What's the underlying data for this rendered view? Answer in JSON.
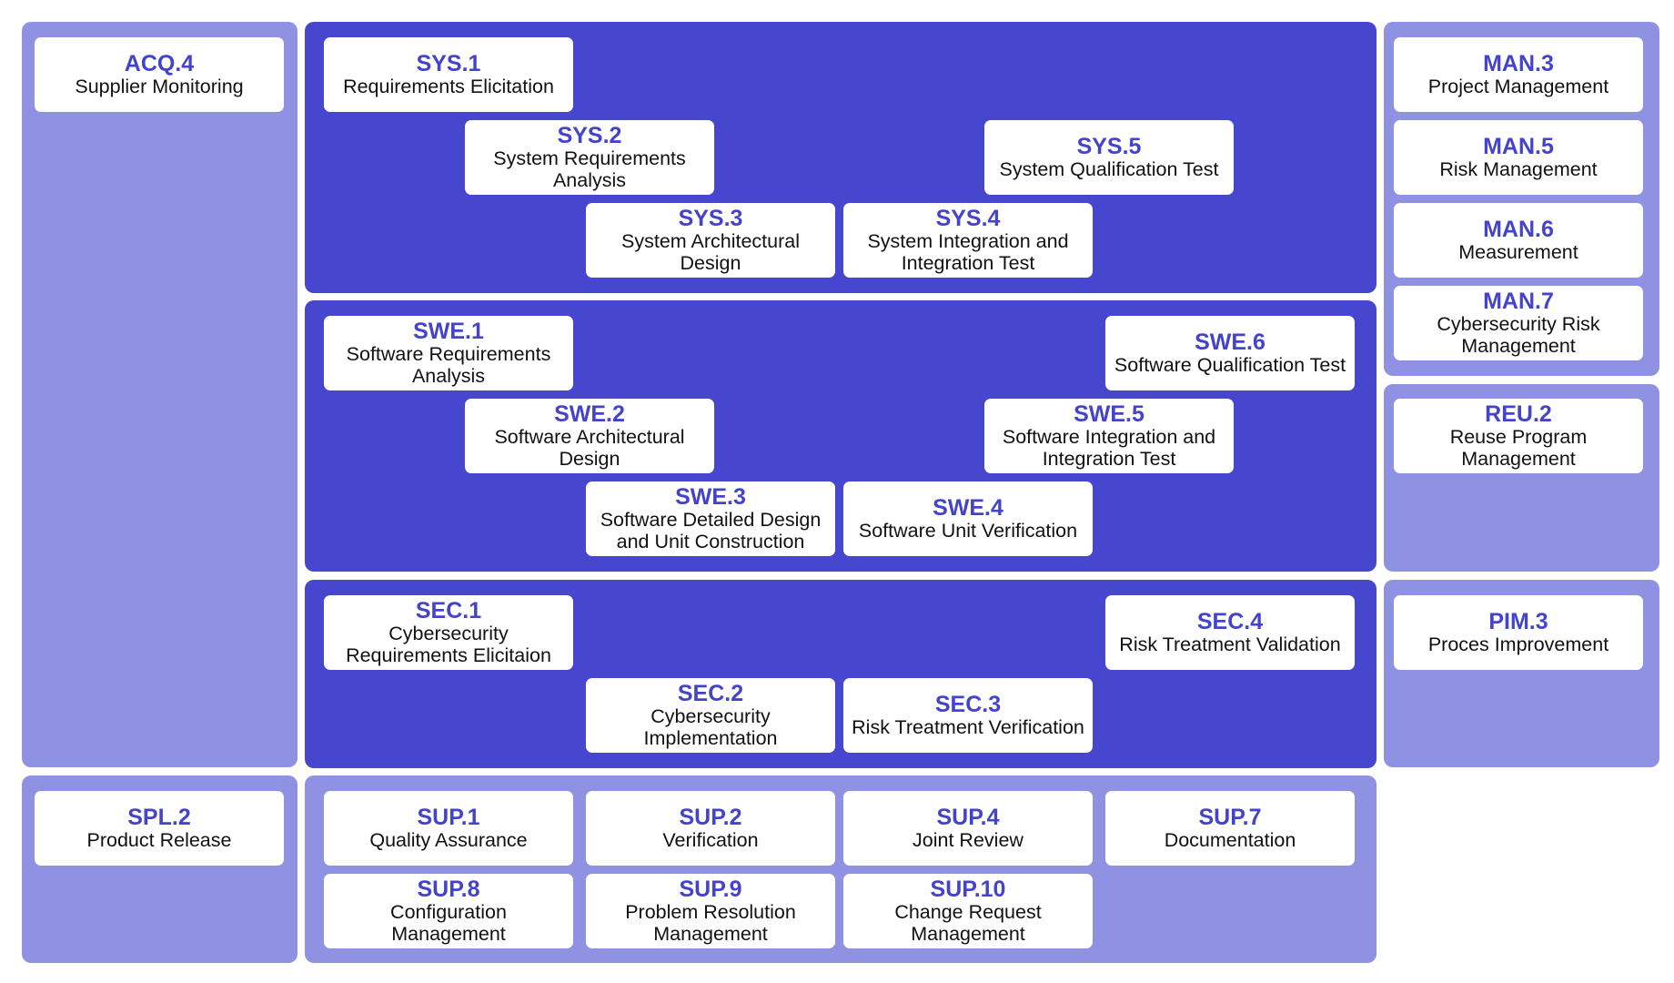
{
  "colors": {
    "light_panel": "#8f92e3",
    "dark_panel": "#4646cf",
    "code_text": "#4343cc",
    "card_bg": "#ffffff"
  },
  "processes": {
    "acq4": {
      "code": "ACQ.4",
      "name": "Supplier Monitoring"
    },
    "spl2": {
      "code": "SPL.2",
      "name": "Product Release"
    },
    "sys1": {
      "code": "SYS.1",
      "name": "Requirements Elicitation"
    },
    "sys2": {
      "code": "SYS.2",
      "name": "System Requirements Analysis"
    },
    "sys3": {
      "code": "SYS.3",
      "name": "System Architectural Design"
    },
    "sys4": {
      "code": "SYS.4",
      "name": "System Integration and Integration Test"
    },
    "sys5": {
      "code": "SYS.5",
      "name": "System Qualification Test"
    },
    "swe1": {
      "code": "SWE.1",
      "name": "Software Requirements Analysis"
    },
    "swe2": {
      "code": "SWE.2",
      "name": "Software Architectural Design"
    },
    "swe3": {
      "code": "SWE.3",
      "name": "Software Detailed Design and Unit Construction"
    },
    "swe4": {
      "code": "SWE.4",
      "name": "Software Unit Verification"
    },
    "swe5": {
      "code": "SWE.5",
      "name": "Software Integration and Integration Test"
    },
    "swe6": {
      "code": "SWE.6",
      "name": "Software Qualification Test"
    },
    "sec1": {
      "code": "SEC.1",
      "name": "Cybersecurity Requirements Elicitaion"
    },
    "sec2": {
      "code": "SEC.2",
      "name": "Cybersecurity Implementation"
    },
    "sec3": {
      "code": "SEC.3",
      "name": "Risk Treatment Verification"
    },
    "sec4": {
      "code": "SEC.4",
      "name": "Risk Treatment Validation"
    },
    "sup1": {
      "code": "SUP.1",
      "name": "Quality Assurance"
    },
    "sup2": {
      "code": "SUP.2",
      "name": "Verification"
    },
    "sup4": {
      "code": "SUP.4",
      "name": "Joint Review"
    },
    "sup7": {
      "code": "SUP.7",
      "name": "Documentation"
    },
    "sup8": {
      "code": "SUP.8",
      "name": "Configuration Management"
    },
    "sup9": {
      "code": "SUP.9",
      "name": "Problem Resolution Management"
    },
    "sup10": {
      "code": "SUP.10",
      "name": "Change Request Management"
    },
    "man3": {
      "code": "MAN.3",
      "name": "Project Management"
    },
    "man5": {
      "code": "MAN.5",
      "name": "Risk Management"
    },
    "man6": {
      "code": "MAN.6",
      "name": "Measurement"
    },
    "man7": {
      "code": "MAN.7",
      "name": "Cybersecurity Risk Management"
    },
    "reu2": {
      "code": "REU.2",
      "name": "Reuse Program Management"
    },
    "pim3": {
      "code": "PIM.3",
      "name": "Proces Improvement"
    }
  }
}
